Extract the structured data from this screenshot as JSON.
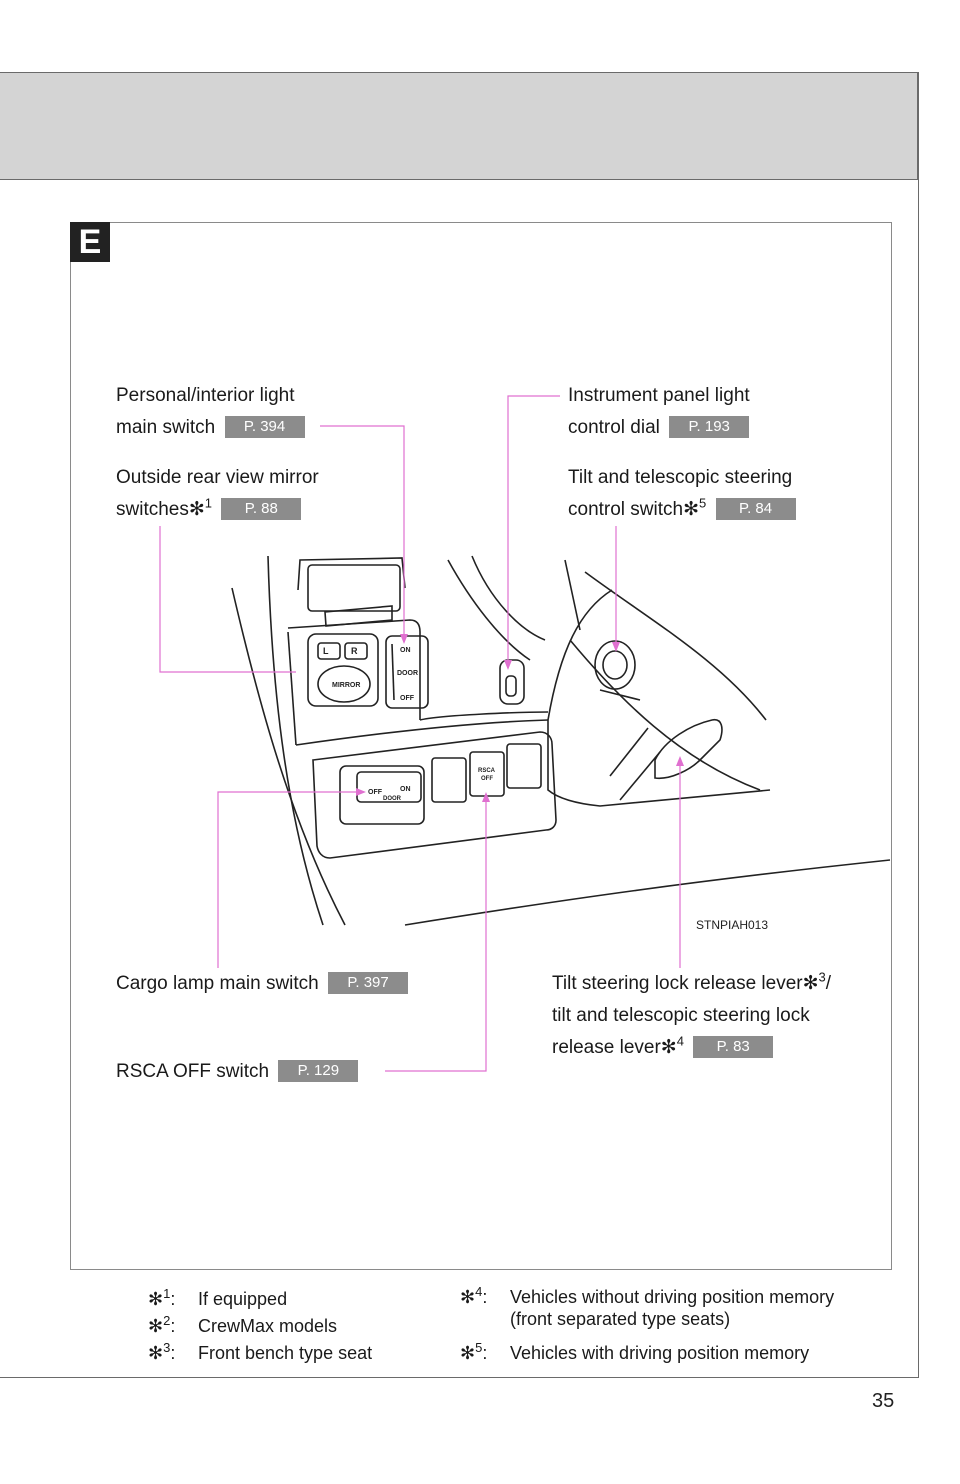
{
  "section": {
    "letter": "E"
  },
  "callouts": {
    "personal_light": {
      "line1": "Personal/interior light",
      "line2": "main switch",
      "ref": "P. 394"
    },
    "mirror": {
      "line1": "Outside rear view mirror",
      "line2": "switches",
      "note": "1",
      "ref": "P. 88"
    },
    "instrument_dial": {
      "line1": "Instrument panel light",
      "line2": "control dial",
      "ref": "P. 193"
    },
    "tilt_switch": {
      "line1": "Tilt and telescopic steering",
      "line2": "control switch",
      "note": "5",
      "ref": "P. 84"
    },
    "cargo_lamp": {
      "line1": "Cargo lamp main switch",
      "ref": "P. 397"
    },
    "rsca": {
      "line1": "RSCA OFF switch",
      "ref": "P. 129"
    },
    "tilt_lever": {
      "line1": "Tilt steering lock release lever",
      "note1": "3",
      "slash": "/",
      "line2": "tilt and telescopic steering lock",
      "line3": "release lever",
      "note2": "4",
      "ref": "P. 83"
    }
  },
  "image_code": "STNPIAH013",
  "diagram_labels": {
    "mirror_l": "L",
    "mirror_r": "R",
    "mirror": "MIRROR",
    "door_on": "ON",
    "door": "DOOR",
    "door_off": "OFF",
    "cargo_off": "OFF",
    "cargo_door": "DOOR",
    "cargo_on": "ON",
    "rsca_1": "RSCA",
    "rsca_2": "OFF"
  },
  "footnotes": [
    {
      "num": "1",
      "text": "If equipped"
    },
    {
      "num": "2",
      "text": "CrewMax models"
    },
    {
      "num": "3",
      "text": "Front bench type seat"
    },
    {
      "num": "4",
      "text": "Vehicles without driving position memory\n(front separated type seats)"
    },
    {
      "num": "5",
      "text": "Vehicles with driving position memory"
    }
  ],
  "asterisk": "✻",
  "colon": ":",
  "page_number": "35"
}
